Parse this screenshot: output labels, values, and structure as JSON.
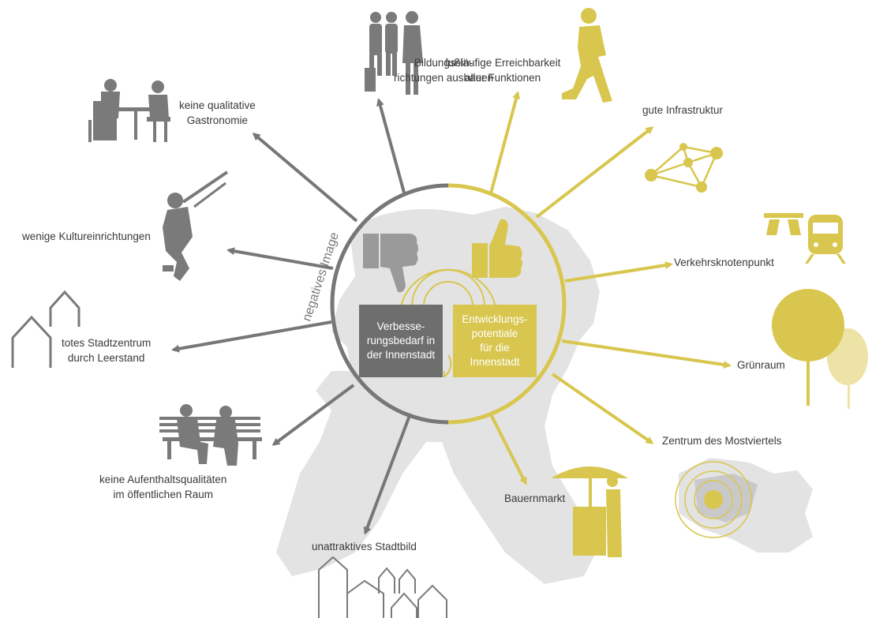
{
  "center": {
    "negative_box": "Verbesse-\nrungsbedarf in\nder Innenstadt",
    "positive_box": "Entwicklungs-\npotentiale\nfür die\nInnenstadt",
    "negative_image_label": "negatives Image"
  },
  "negatives": [
    {
      "id": "bildung",
      "text": "Bildungsein-\nrichtungen ausbauen",
      "icon": "students-silhouette-icon"
    },
    {
      "id": "gastro",
      "text": "keine qualitative\nGastronomie",
      "icon": "cafe-people-icon"
    },
    {
      "id": "kultur",
      "text": "wenige Kultureinrichtungen",
      "icon": "trombone-player-icon"
    },
    {
      "id": "leerstand",
      "text": "totes Stadtzentrum\ndurch Leerstand",
      "icon": "empty-houses-icon"
    },
    {
      "id": "aufenthalt",
      "text": "keine Aufenthaltsqualitäten\nim öffentlichen Raum",
      "icon": "bench-people-icon"
    },
    {
      "id": "stadtbild",
      "text": "unattraktives Stadtbild",
      "icon": "townhouses-icon"
    }
  ],
  "positives": [
    {
      "id": "fuss",
      "text": "fußläufige Erreichbarkeit\naller Funktionen",
      "icon": "walking-person-icon"
    },
    {
      "id": "infra",
      "text": "gute Infrastruktur",
      "icon": "network-icon"
    },
    {
      "id": "verkehr",
      "text": "Verkehrsknotenpunkt",
      "icon": "highway-train-icon"
    },
    {
      "id": "gruen",
      "text": "Grünraum",
      "icon": "trees-icon"
    },
    {
      "id": "zentrum",
      "text": "Zentrum des Mostviertels",
      "icon": "region-map-icon"
    },
    {
      "id": "markt",
      "text": "Bauernmarkt",
      "icon": "market-stall-icon"
    }
  ],
  "colors": {
    "negative": "#7a7a7a",
    "positive": "#d8c64e",
    "map": "#e3e3e3",
    "box_negative": "#6e6e6e",
    "box_positive": "#d8c64e"
  }
}
